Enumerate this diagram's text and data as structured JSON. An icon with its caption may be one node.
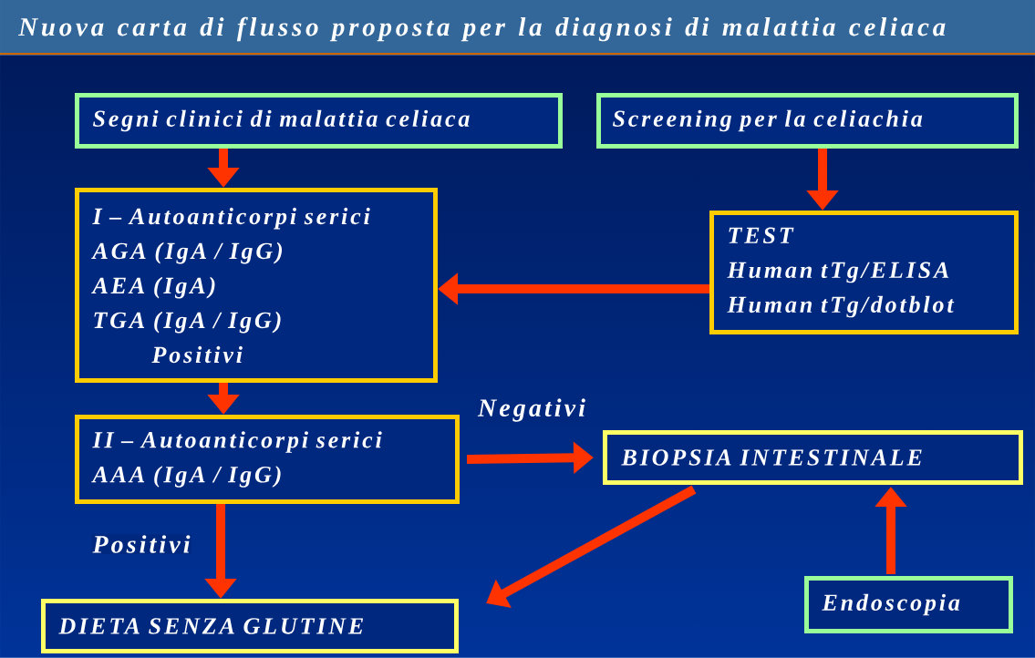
{
  "diagram": {
    "title": "Nuova carta di flusso proposta per la diagnosi di malattia celiaca",
    "nodes": [
      {
        "text": [
          "Segni clinici di malattia celiaca"
        ]
      },
      {
        "text": [
          "Screening per la celiachia"
        ]
      },
      {
        "text": [
          "I – Autoanticorpi serici",
          "AGA (IgA / IgG)",
          "AEA (IgA)",
          "TGA (IgA / IgG)",
          "Positivi"
        ]
      },
      {
        "text": [
          "TEST",
          "Human tTg/ELISA",
          "Human tTg/dotblot"
        ]
      },
      {
        "text": [
          "II – Autoanticorpi serici",
          "AAA (IgA / IgG)"
        ]
      },
      {
        "text": [
          "BIOPSIA INTESTINALE"
        ]
      },
      {
        "text": [
          "DIETA SENZA GLUTINE"
        ]
      },
      {
        "text": [
          "Endoscopia"
        ]
      }
    ],
    "edges": [
      {
        "from": 0,
        "to": 2,
        "arrow": "to"
      },
      {
        "from": 1,
        "to": 3,
        "arrow": "to"
      },
      {
        "from": 3,
        "to": 2,
        "arrow": "to"
      },
      {
        "from": 2,
        "to": 4,
        "arrow": "to"
      },
      {
        "from": 4,
        "to": 5,
        "arrow": "to",
        "label": "Negativi"
      },
      {
        "from": 4,
        "to": 6,
        "arrow": "to",
        "label": "Positivi"
      },
      {
        "from": 5,
        "to": 6,
        "arrow": "to"
      },
      {
        "from": 7,
        "to": 5,
        "arrow": "to"
      }
    ]
  }
}
